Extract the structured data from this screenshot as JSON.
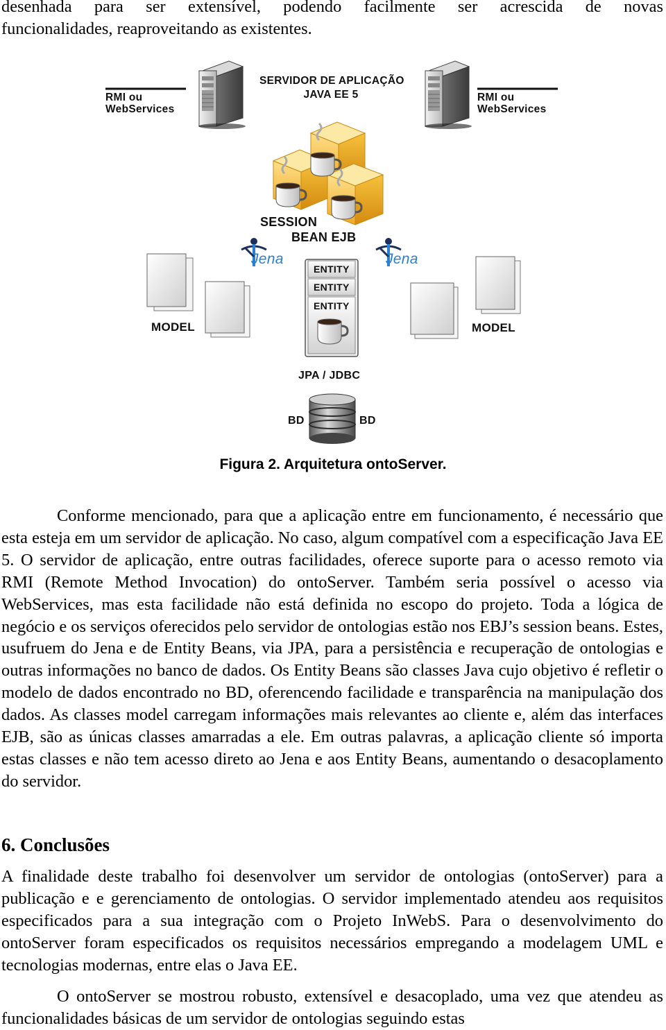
{
  "intro": {
    "lines": [
      "desenhada para ser extensível, podendo facilmente ser acrescida de novas",
      "funcionalidades, reaproveitando as existentes."
    ]
  },
  "figure": {
    "left_protocol": [
      "RMI ou",
      "WebServices"
    ],
    "right_protocol": [
      "RMI ou",
      "WebServices"
    ],
    "server_title": [
      "SERVIDOR DE APLICAÇÃO",
      "JAVA EE 5"
    ],
    "session_label": "SESSION",
    "bean_label": "BEAN EJB",
    "jena_left": "Jena",
    "jena_right": "Jena",
    "entity_labels": [
      "ENTITY",
      "ENTITY",
      "ENTITY"
    ],
    "model_left": "MODEL",
    "model_right": "MODEL",
    "jpa_label": "JPA / JDBC",
    "bd_left": "BD",
    "bd_right": "BD",
    "caption": "Figura 2. Arquitetura ontoServer.",
    "colors": {
      "cube": "#f6c23c",
      "cube_dark": "#d48a10",
      "jena": "#2a7fd4",
      "jena_dark": "#1c2f5a"
    }
  },
  "body": {
    "paragraph_1": "Conforme mencionado, para que a aplicação entre em funcionamento, é necessário que esta esteja em um servidor de aplicação. No caso, algum compatível com a especificação Java EE 5. O servidor de aplicação, entre outras facilidades, oferece suporte para o acesso remoto via RMI (Remote Method Invocation) do ontoServer. Também seria possível o acesso via WebServices, mas esta facilidade não está definida no escopo do projeto. Toda a lógica de negócio e os serviços oferecidos pelo servidor de ontologias estão nos EBJ’s session beans. Estes, usufruem do Jena e de Entity Beans, via JPA, para a persistência e recuperação de ontologias e outras informações no banco de dados. Os Entity Beans são classes Java cujo objetivo é refletir o modelo de dados encontrado no BD, oferencendo facilidade e transparência na manipulação dos dados. As classes model carregam informações mais relevantes ao cliente e, além das interfaces EJB, são as únicas classes amarradas a ele. Em outras palavras, a aplicação cliente só importa estas classes e não tem acesso direto ao Jena e aos Entity Beans, aumentando o desacoplamento do servidor.",
    "section_heading": "6. Conclusões",
    "paragraph_2": "A finalidade deste trabalho foi desenvolver um servidor de ontologias (ontoServer) para a publicação e e gerenciamento de ontologias. O servidor implementado atendeu aos requisitos especificados para a sua integração com o Projeto InWebS. Para o desenvolvimento do ontoServer foram especificados os requisitos necessários empregando a modelagem UML e tecnologias  modernas, entre elas o Java EE.",
    "paragraph_3": "O ontoServer se mostrou robusto, extensível e desacoplado, uma vez que atendeu as funcionalidades básicas de um servidor de ontologias seguindo estas"
  }
}
